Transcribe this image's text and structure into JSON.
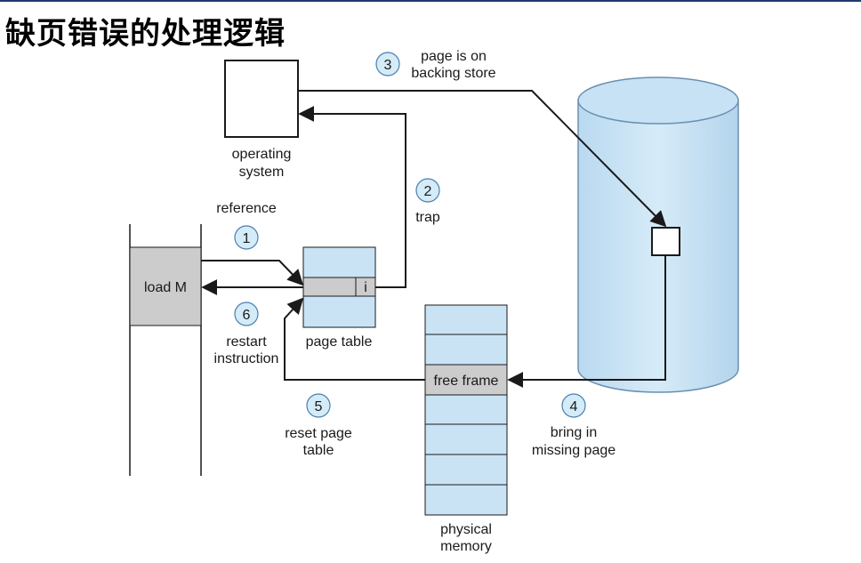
{
  "title": "缺页错误的处理逻辑",
  "diagram": {
    "os_label": [
      "operating",
      "system"
    ],
    "program_instruction": "load M",
    "page_table_label": "page table",
    "page_table_bit": "i",
    "backing_store_label": [
      "page is on",
      "backing store"
    ],
    "physical_memory_label": [
      "physical",
      "memory"
    ],
    "free_frame_label": "free frame",
    "steps": [
      {
        "num": "1",
        "label": [
          "reference"
        ]
      },
      {
        "num": "2",
        "label": [
          "trap"
        ]
      },
      {
        "num": "3",
        "label": [
          "page is on",
          "backing store"
        ]
      },
      {
        "num": "4",
        "label": [
          "bring in",
          "missing page"
        ]
      },
      {
        "num": "5",
        "label": [
          "reset page",
          "table"
        ]
      },
      {
        "num": "6",
        "label": [
          "restart",
          "instruction"
        ]
      }
    ]
  },
  "colors": {
    "light_blue": "#c9e3f5",
    "gray_cell": "#cccccc",
    "line": "#1a1a1a",
    "badge_fill": "#d4ebf8",
    "title_bar": "#1f3a6b"
  }
}
